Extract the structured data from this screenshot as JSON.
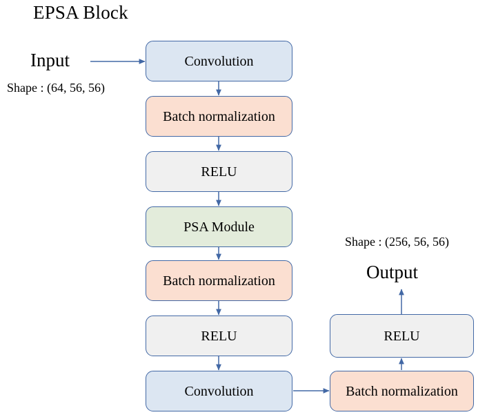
{
  "diagram": {
    "title": "EPSA Block",
    "labels": {
      "input": "Input",
      "input_shape": "Shape : (64, 56, 56)",
      "output": "Output",
      "output_shape": "Shape : (256, 56, 56)"
    },
    "colors": {
      "convolution": "#dce6f2",
      "batch_normalization": "#fbdfd1",
      "relu": "#f0f0f0",
      "psa_module": "#e3ecdb",
      "border": "#4268a5",
      "arrow": "#4268a5",
      "background": "#ffffff",
      "text": "#000000"
    },
    "nodes": [
      {
        "id": "conv1",
        "label": "Convolution",
        "type": "convolution",
        "column": "left"
      },
      {
        "id": "bn1",
        "label": "Batch normalization",
        "type": "batch_normalization",
        "column": "left"
      },
      {
        "id": "relu1",
        "label": "RELU",
        "type": "relu",
        "column": "left"
      },
      {
        "id": "psa",
        "label": "PSA Module",
        "type": "psa_module",
        "column": "left"
      },
      {
        "id": "bn2",
        "label": "Batch normalization",
        "type": "batch_normalization",
        "column": "left"
      },
      {
        "id": "relu2",
        "label": "RELU",
        "type": "relu",
        "column": "left"
      },
      {
        "id": "conv2",
        "label": "Convolution",
        "type": "convolution",
        "column": "left"
      },
      {
        "id": "relu3",
        "label": "RELU",
        "type": "relu",
        "column": "right"
      },
      {
        "id": "bn3",
        "label": "Batch normalization",
        "type": "batch_normalization",
        "column": "right"
      }
    ],
    "edges": [
      {
        "from": "input",
        "to": "conv1",
        "direction": "right"
      },
      {
        "from": "conv1",
        "to": "bn1",
        "direction": "down"
      },
      {
        "from": "bn1",
        "to": "relu1",
        "direction": "down"
      },
      {
        "from": "relu1",
        "to": "psa",
        "direction": "down"
      },
      {
        "from": "psa",
        "to": "bn2",
        "direction": "down"
      },
      {
        "from": "bn2",
        "to": "relu2",
        "direction": "down"
      },
      {
        "from": "relu2",
        "to": "conv2",
        "direction": "down"
      },
      {
        "from": "conv2",
        "to": "bn3",
        "direction": "right"
      },
      {
        "from": "bn3",
        "to": "relu3",
        "direction": "up"
      },
      {
        "from": "relu3",
        "to": "output",
        "direction": "up"
      }
    ]
  }
}
